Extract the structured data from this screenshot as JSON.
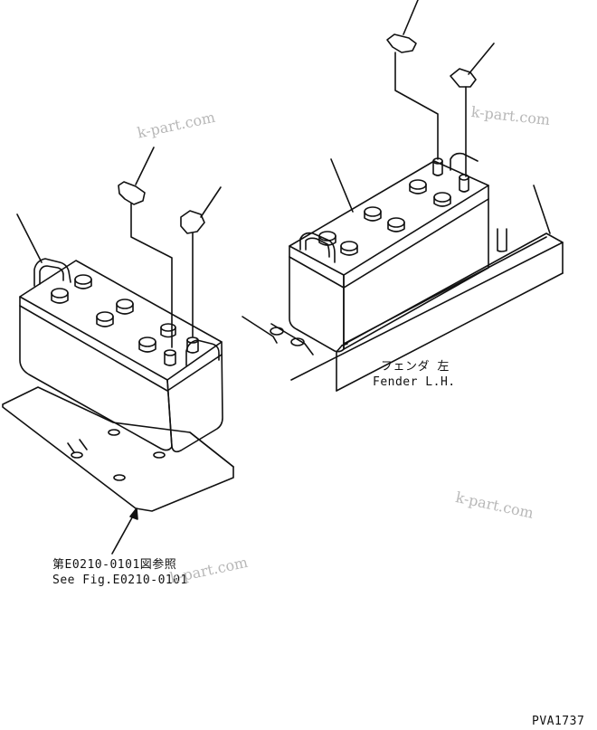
{
  "labels": {
    "fender_jp": "フェンダ 左",
    "fender_en": "Fender L.H.",
    "ref_jp": "第E0210-0101図参照",
    "ref_en": "See Fig.E0210-0101",
    "code": "PVA1737"
  },
  "watermark": "k-part.com"
}
